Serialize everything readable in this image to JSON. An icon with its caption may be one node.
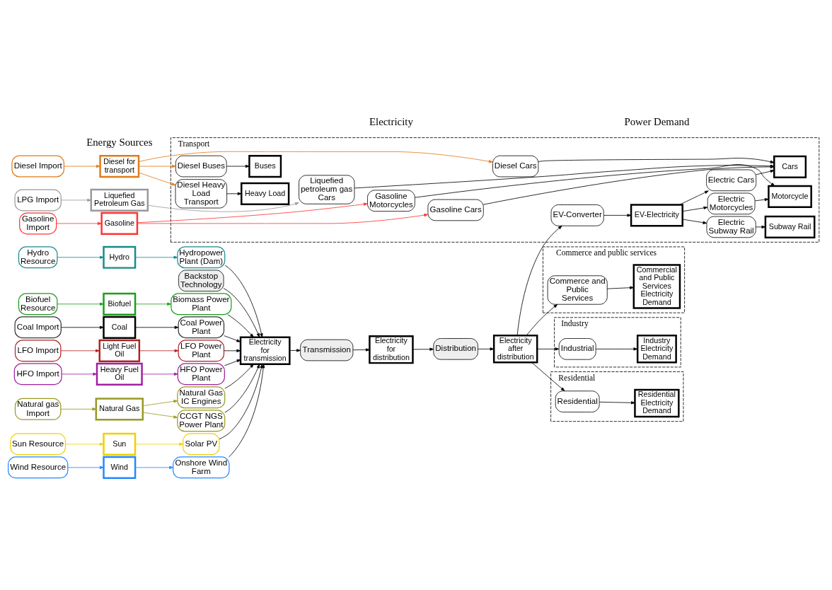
{
  "diagram": {
    "nodes": [
      {
        "text": [
          "Biofuel Resource"
        ]
      },
      {
        "text": [
          "Coal Import"
        ]
      },
      {
        "text": [
          "LPG Import"
        ]
      },
      {
        "text": [
          "Gasoline Import"
        ]
      },
      {
        "text": [
          "Diesel Import"
        ]
      },
      {
        "text": [
          "LFO Import"
        ]
      },
      {
        "text": [
          "HFO Import"
        ]
      },
      {
        "text": [
          "Natural gas Import"
        ]
      },
      {
        "text": [
          "Sun Resource"
        ]
      },
      {
        "text": [
          "Wind Resource"
        ]
      },
      {
        "text": [
          "Hydro Resource"
        ]
      },
      {
        "text": [
          "Gasoline"
        ]
      },
      {
        "text": [
          "Liquefied Petroleum Gas"
        ]
      },
      {
        "text": [
          "Biofuel"
        ]
      },
      {
        "text": [
          "Coal"
        ]
      },
      {
        "text": [
          "Diesel for transport"
        ]
      },
      {
        "text": [
          "Heavy Fuel Oil"
        ]
      },
      {
        "text": [
          "Natural Gas"
        ]
      },
      {
        "text": [
          "Sun"
        ]
      },
      {
        "text": [
          "Wind"
        ]
      },
      {
        "text": [
          "Hydro"
        ]
      },
      {
        "text": [
          "Light Fuel Oil"
        ]
      },
      {
        "text": [
          "Biomass Power Plant"
        ]
      },
      {
        "text": [
          "Coal Power Plant"
        ]
      },
      {
        "text": [
          "LFO Power Plant"
        ]
      },
      {
        "text": [
          "HFO Power Plant"
        ]
      },
      {
        "text": [
          "CCGT NGS Power Plant"
        ]
      },
      {
        "text": [
          "Natural Gas IC Engines"
        ]
      },
      {
        "text": [
          "Solar PV"
        ]
      },
      {
        "text": [
          "Onshore Wind Farm"
        ]
      },
      {
        "text": [
          "Hydropower Plant (Dam)"
        ]
      },
      {
        "text": [
          "Backstop Technology"
        ]
      },
      {
        "text": [
          "Electricity for transmission"
        ]
      },
      {
        "text": [
          "Transmission"
        ]
      },
      {
        "text": [
          "Electricity for distribution"
        ]
      },
      {
        "text": [
          "Distribution"
        ]
      },
      {
        "text": [
          "Electricity after distribution"
        ]
      },
      {
        "text": [
          "Transport"
        ]
      },
      {
        "text": [
          "EV-Converter"
        ],
        "in": 37
      },
      {
        "text": [
          "EV-Electricity"
        ],
        "in": 37
      },
      {
        "text": [
          "Electric Motorcycles"
        ],
        "in": 37
      },
      {
        "text": [
          "Electric Cars"
        ],
        "in": 37
      },
      {
        "text": [
          "Electric Subway Rail"
        ],
        "in": 37
      },
      {
        "text": [
          "Liquefied petroleum gas Cars"
        ],
        "in": 37
      },
      {
        "text": [
          "Gasoline Motorcycles"
        ],
        "in": 37
      },
      {
        "text": [
          "Gasoline Cars"
        ],
        "in": 37
      },
      {
        "text": [
          "Diesel Buses"
        ],
        "in": 37
      },
      {
        "text": [
          "Diesel Cars"
        ],
        "in": 37
      },
      {
        "text": [
          "Diesel Heavy Load Transport"
        ],
        "in": 37
      },
      {
        "text": [
          "Motorcycle"
        ],
        "in": 37
      },
      {
        "text": [
          "Cars"
        ],
        "in": 37
      },
      {
        "text": [
          "Buses"
        ],
        "in": 37
      },
      {
        "text": [
          "Subway Rail"
        ],
        "in": 37
      },
      {
        "text": [
          "Heavy Load"
        ],
        "in": 37
      },
      {
        "text": [
          "Industry"
        ]
      },
      {
        "text": [
          "Industrial"
        ],
        "in": 54
      },
      {
        "text": [
          "Industry Electricity Demand"
        ],
        "in": 54
      },
      {
        "text": [
          "Residential"
        ]
      },
      {
        "text": [
          "Residential"
        ],
        "in": 57
      },
      {
        "text": [
          "Residential Electricity Demand"
        ],
        "in": 57
      },
      {
        "text": [
          "Commerce and public services"
        ]
      },
      {
        "text": [
          "Commerce and Public Services"
        ],
        "in": 60
      },
      {
        "text": [
          "Commercial and Public Services Electricity Demand"
        ],
        "in": 60
      }
    ],
    "edges": [
      {
        "from": 0,
        "to": 13,
        "arrow": "to",
        "color": "#1a9e1a"
      },
      {
        "from": 13,
        "to": 22,
        "arrow": "to",
        "color": "#1a9e1a"
      },
      {
        "from": 1,
        "to": 14,
        "arrow": "to"
      },
      {
        "from": 14,
        "to": 23,
        "arrow": "to"
      },
      {
        "from": 2,
        "to": 12,
        "arrow": "to",
        "color": "#999999"
      },
      {
        "from": 12,
        "to": 43,
        "arrow": "to",
        "color": "#999999"
      },
      {
        "from": 3,
        "to": 11,
        "arrow": "to",
        "color": "#ff3333"
      },
      {
        "from": 11,
        "to": 44,
        "arrow": "to",
        "color": "#ff3333"
      },
      {
        "from": 11,
        "to": 45,
        "arrow": "to",
        "color": "#ff3333"
      },
      {
        "from": 4,
        "to": 15,
        "arrow": "to",
        "color": "#e07b1a"
      },
      {
        "from": 15,
        "to": 46,
        "arrow": "to",
        "color": "#e07b1a"
      },
      {
        "from": 15,
        "to": 47,
        "arrow": "to",
        "color": "#e07b1a"
      },
      {
        "from": 15,
        "to": 48,
        "arrow": "to",
        "color": "#e07b1a"
      },
      {
        "from": 5,
        "to": 21,
        "arrow": "to",
        "color": "#b22222"
      },
      {
        "from": 21,
        "to": 24,
        "arrow": "to",
        "color": "#b22222"
      },
      {
        "from": 6,
        "to": 16,
        "arrow": "to",
        "color": "#a020a0"
      },
      {
        "from": 16,
        "to": 25,
        "arrow": "to",
        "color": "#a020a0"
      },
      {
        "from": 7,
        "to": 17,
        "arrow": "to",
        "color": "#999922"
      },
      {
        "from": 17,
        "to": 26,
        "arrow": "to",
        "color": "#999922"
      },
      {
        "from": 17,
        "to": 27,
        "arrow": "to",
        "color": "#999922"
      },
      {
        "from": 8,
        "to": 18,
        "arrow": "to",
        "color": "#f0d000"
      },
      {
        "from": 18,
        "to": 28,
        "arrow": "to",
        "color": "#f0d000"
      },
      {
        "from": 9,
        "to": 19,
        "arrow": "to",
        "color": "#2288ff"
      },
      {
        "from": 19,
        "to": 29,
        "arrow": "to",
        "color": "#2288ff"
      },
      {
        "from": 10,
        "to": 20,
        "arrow": "to",
        "color": "#1a8a8a"
      },
      {
        "from": 20,
        "to": 30,
        "arrow": "to",
        "color": "#1a8a8a"
      },
      {
        "from": 22,
        "to": 32,
        "arrow": "to"
      },
      {
        "from": 23,
        "to": 32,
        "arrow": "to"
      },
      {
        "from": 24,
        "to": 32,
        "arrow": "to"
      },
      {
        "from": 25,
        "to": 32,
        "arrow": "to"
      },
      {
        "from": 26,
        "to": 32,
        "arrow": "to"
      },
      {
        "from": 27,
        "to": 32,
        "arrow": "to"
      },
      {
        "from": 28,
        "to": 32,
        "arrow": "to"
      },
      {
        "from": 29,
        "to": 32,
        "arrow": "to"
      },
      {
        "from": 30,
        "to": 32,
        "arrow": "to"
      },
      {
        "from": 31,
        "to": 32,
        "arrow": "to"
      },
      {
        "from": 32,
        "to": 33,
        "arrow": "to"
      },
      {
        "from": 33,
        "to": 34,
        "arrow": "to"
      },
      {
        "from": 34,
        "to": 35,
        "arrow": "to"
      },
      {
        "from": 35,
        "to": 36,
        "arrow": "to"
      },
      {
        "from": 36,
        "to": 38,
        "arrow": "to"
      },
      {
        "from": 38,
        "to": 39,
        "arrow": "to"
      },
      {
        "from": 39,
        "to": 40,
        "arrow": "to"
      },
      {
        "from": 39,
        "to": 41,
        "arrow": "to"
      },
      {
        "from": 39,
        "to": 42,
        "arrow": "to"
      },
      {
        "from": 40,
        "to": 49,
        "arrow": "to"
      },
      {
        "from": 41,
        "to": 50,
        "arrow": "to"
      },
      {
        "from": 42,
        "to": 52,
        "arrow": "to"
      },
      {
        "from": 43,
        "to": 50,
        "arrow": "to"
      },
      {
        "from": 44,
        "to": 49,
        "arrow": "to"
      },
      {
        "from": 45,
        "to": 50,
        "arrow": "to"
      },
      {
        "from": 46,
        "to": 51,
        "arrow": "to"
      },
      {
        "from": 47,
        "to": 50,
        "arrow": "to"
      },
      {
        "from": 48,
        "to": 53,
        "arrow": "to"
      },
      {
        "from": 36,
        "to": 55,
        "arrow": "to"
      },
      {
        "from": 55,
        "to": 56,
        "arrow": "to"
      },
      {
        "from": 36,
        "to": 58,
        "arrow": "to"
      },
      {
        "from": 58,
        "to": 59,
        "arrow": "to"
      },
      {
        "from": 36,
        "to": 61,
        "arrow": "to"
      },
      {
        "from": 61,
        "to": 62,
        "arrow": "to"
      }
    ],
    "labels": [
      "Energy Sources",
      "Electricity",
      "Power Demand"
    ]
  }
}
